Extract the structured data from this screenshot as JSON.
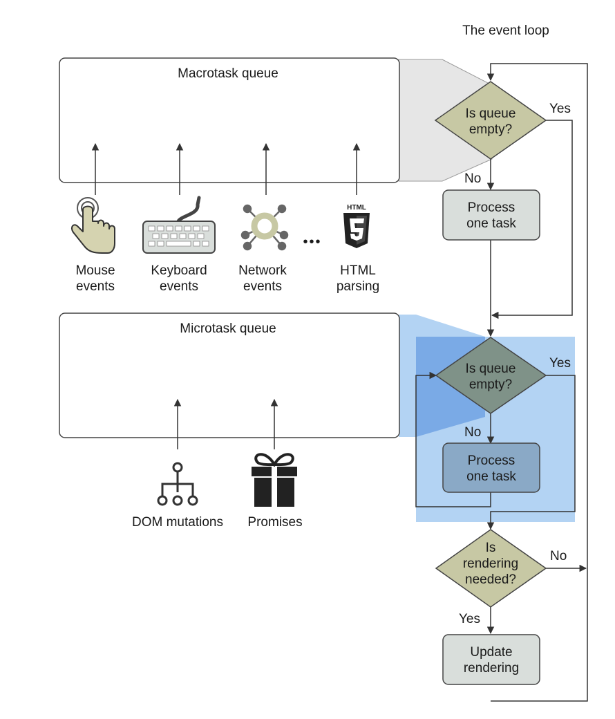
{
  "diagram": {
    "title": "The event loop",
    "macrotask_queue": {
      "label": "Macrotask queue",
      "sources": [
        {
          "line1": "Mouse",
          "line2": "events",
          "icon": "pointing-hand-icon"
        },
        {
          "line1": "Keyboard",
          "line2": "events",
          "icon": "keyboard-icon"
        },
        {
          "line1": "Network",
          "line2": "events",
          "icon": "network-hub-icon"
        },
        {
          "line1": "HTML",
          "line2": "parsing",
          "icon": "html5-icon",
          "icon_text": "HTML"
        }
      ],
      "ellipsis": "•••"
    },
    "microtask_queue": {
      "label": "Microtask queue",
      "sources": [
        {
          "line1": "DOM mutations",
          "icon": "dom-tree-icon"
        },
        {
          "line1": "Promises",
          "icon": "gift-box-icon"
        }
      ]
    },
    "macro_loop": {
      "decision_line1": "Is queue",
      "decision_line2": "empty?",
      "yes": "Yes",
      "no": "No",
      "process_line1": "Process",
      "process_line2": "one task"
    },
    "micro_loop": {
      "decision_line1": "Is queue",
      "decision_line2": "empty?",
      "yes": "Yes",
      "no": "No",
      "process_line1": "Process",
      "process_line2": "one task"
    },
    "render_step": {
      "decision_line1": "Is",
      "decision_line2": "rendering",
      "decision_line3": "needed?",
      "yes": "Yes",
      "no": "No",
      "process_line1": "Update",
      "process_line2": "rendering"
    },
    "colors": {
      "decision_fill": "#c7c8a4",
      "process_fill": "#d9dedb",
      "micro_decision_fill": "#7f9288",
      "micro_process_fill": "#8aa9c6",
      "highlight_light": "#b3d3f3",
      "highlight_dark": "#7aaae6",
      "icon_beige": "#d5d3b0",
      "line": "#333333"
    }
  }
}
